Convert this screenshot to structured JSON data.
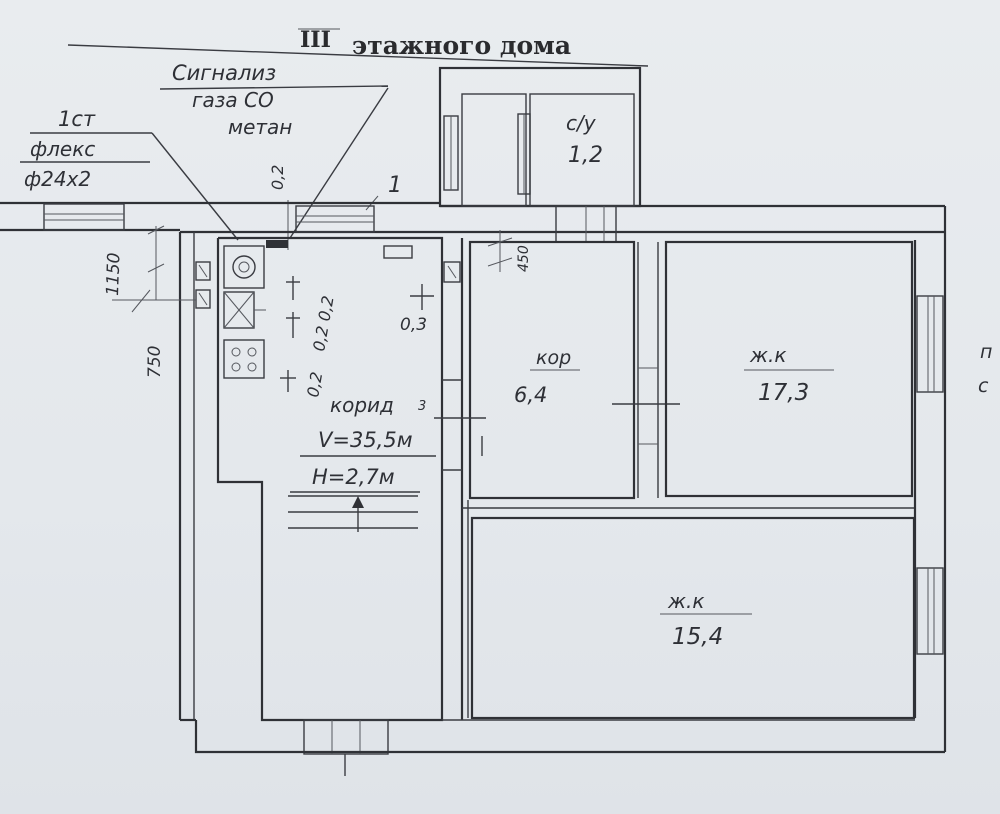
{
  "header": {
    "prefix": "III",
    "title": "этажного дома"
  },
  "notes": {
    "gas_alarm": {
      "line1": "Сигнализ",
      "line2": "газа СО",
      "line3": "метан"
    },
    "riser": {
      "line1": "1ст",
      "line2": "флекс",
      "line3": "ф24х2"
    },
    "marker_one": "1",
    "cutoff_right_1": "п",
    "cutoff_right_2": "с"
  },
  "dimensions": {
    "d1150": "1150",
    "d750": "750",
    "d450": "450",
    "d02_top": "0,2",
    "d02_stack": "0,2 0,2",
    "d02_left": "0,2",
    "d03": "0,3"
  },
  "rooms": {
    "corridor_main": {
      "label": "корид",
      "volume": "V=35,5м",
      "height": "H=2,7м",
      "mark": "3"
    },
    "corridor": {
      "label": "кор",
      "area": "6,4"
    },
    "bathroom": {
      "label": "с/у",
      "area": "1,2"
    },
    "living_1": {
      "label": "ж.к",
      "area": "17,3"
    },
    "living_2": {
      "label": "ж.к",
      "area": "15,4"
    }
  },
  "colors": {
    "paper": "#e6e9ed",
    "ink": "#2f3136"
  }
}
